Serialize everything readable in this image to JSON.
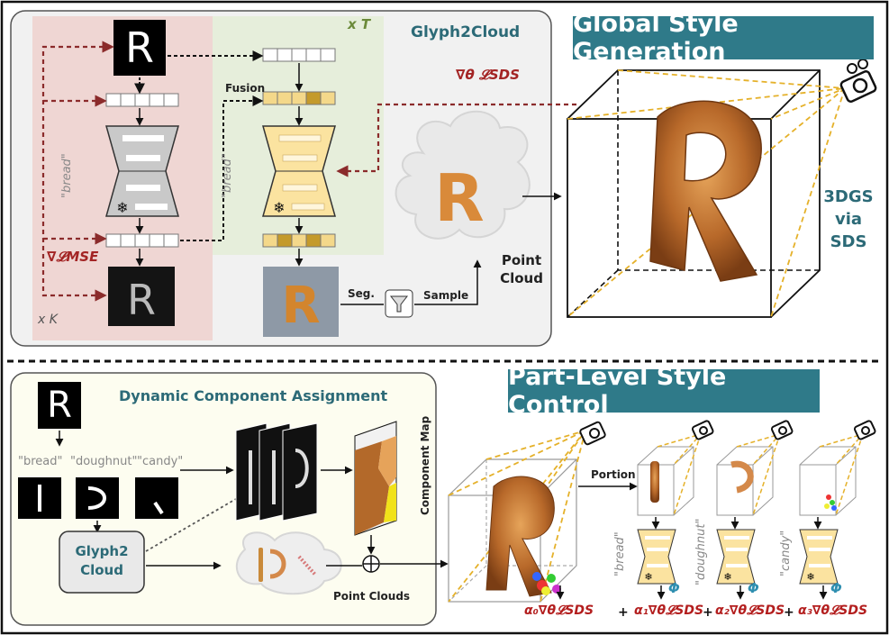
{
  "top": {
    "module_title": "Glyph2Cloud",
    "section_title": "Global Style Generation",
    "loop_t": "x T",
    "loop_k": "x K",
    "fusion": "Fusion",
    "grad_sds": "∇θ 𝓛SDS",
    "grad_mse": "∇𝓛MSE",
    "prompt": "\"bread\"",
    "seg": "Seg.",
    "sample": "Sample",
    "point_cloud": "Point Cloud",
    "gen_method": "3DGS via SDS",
    "glyph": "R"
  },
  "bottom": {
    "section_title": "Part-Level Style Control",
    "module_title": "Dynamic Component Assignment",
    "glyph": "R",
    "prompts": [
      "\"bread\"",
      "\"doughnut\"",
      "\"candy\""
    ],
    "glyph2cloud": "Glyph2 Cloud",
    "component_map": "Component Map",
    "point_clouds": "Point Clouds",
    "portion": "Portion",
    "phi": "Φ",
    "loss_terms": [
      "α₀∇θ𝓛SDS",
      "+",
      "α₁∇θ𝓛SDS",
      "+",
      "α₂∇θ𝓛SDS",
      "+",
      "α₃∇θ𝓛SDS"
    ]
  }
}
